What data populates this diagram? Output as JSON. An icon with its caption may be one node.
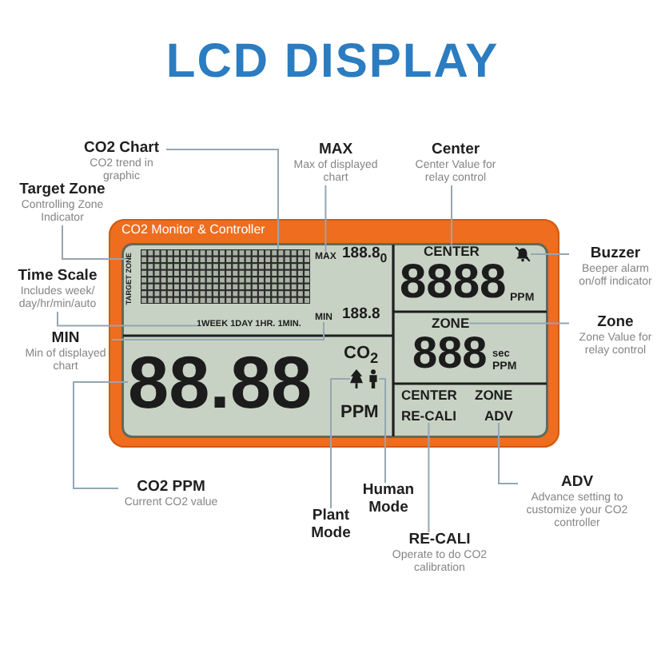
{
  "diagram": {
    "title": "LCD DISPLAY",
    "nodes": [
      {
        "text": [
          "CO2 Chart",
          "CO2 trend in graphic"
        ]
      },
      {
        "text": [
          "MAX",
          "Max of displayed chart"
        ]
      },
      {
        "text": [
          "Center",
          "Center Value for relay control"
        ]
      },
      {
        "text": [
          "Target Zone",
          "Controlling Zone Indicator"
        ]
      },
      {
        "text": [
          "Buzzer",
          "Beeper alarm on/off indicator"
        ]
      },
      {
        "text": [
          "Time Scale",
          "Includes week/ day/hr/min/auto"
        ]
      },
      {
        "text": [
          "Zone",
          "Zone Value for relay control"
        ]
      },
      {
        "text": [
          "MIN",
          "Min of displayed chart"
        ]
      },
      {
        "text": [
          "CO2 Monitor & Controller"
        ]
      },
      {
        "text": [
          "TARGET ZONE"
        ],
        "in": 8
      },
      {
        "text": [],
        "shape": "box",
        "in": 8
      },
      {
        "text": [
          "MAX"
        ],
        "in": 8
      },
      {
        "text": [
          "1WEEK 1DAY 1HR. 1MIN."
        ],
        "in": 8
      },
      {
        "text": [
          "MIN"
        ],
        "in": 8
      },
      {
        "text": [
          "CENTER"
        ],
        "in": 8
      },
      {
        "text": [],
        "shape": "picture",
        "in": 8
      },
      {
        "text": [
          "ZONE"
        ],
        "in": 8
      },
      {
        "text": [
          "88.88"
        ],
        "in": 8
      },
      {
        "text": [],
        "shape": "picture",
        "in": 8
      },
      {
        "text": [],
        "shape": "person",
        "in": 8
      },
      {
        "text": [
          "RE-CALI"
        ],
        "in": 8
      },
      {
        "text": [
          "ADV"
        ],
        "in": 8
      },
      {
        "text": [
          "CO2 PPM",
          "Current CO2 value"
        ]
      },
      {
        "text": [
          "Plant Mode"
        ]
      },
      {
        "text": [
          "Human Mode"
        ]
      },
      {
        "text": [
          "RE-CALI",
          "Operate to do CO2 calibration"
        ]
      },
      {
        "text": [
          "ADV",
          "Advance setting to customize your CO2 controller"
        ]
      }
    ],
    "edges": [
      {
        "from": 0,
        "to": 10,
        "arrow": "none"
      },
      {
        "from": 1,
        "to": 11,
        "arrow": "none"
      },
      {
        "from": 2,
        "to": 14,
        "arrow": "none"
      },
      {
        "from": 3,
        "to": 9,
        "arrow": "none"
      },
      {
        "from": 4,
        "to": 15,
        "arrow": "none"
      },
      {
        "from": 5,
        "to": 12,
        "arrow": "none"
      },
      {
        "from": 6,
        "to": 16,
        "arrow": "none"
      },
      {
        "from": 7,
        "to": 13,
        "arrow": "none"
      },
      {
        "from": 22,
        "to": 17,
        "arrow": "none"
      },
      {
        "from": 23,
        "to": 18,
        "arrow": "none"
      },
      {
        "from": 24,
        "to": 19,
        "arrow": "none"
      },
      {
        "from": 25,
        "to": 20,
        "arrow": "none"
      },
      {
        "from": 26,
        "to": 21,
        "arrow": "none"
      }
    ],
    "labels": [
      "188.8$_{0}$",
      "8888",
      "PPM",
      "188.8",
      "888",
      "sec",
      "PPM",
      "CO$_{2}$",
      "PPM",
      "CENTER",
      "ZONE"
    ]
  }
}
